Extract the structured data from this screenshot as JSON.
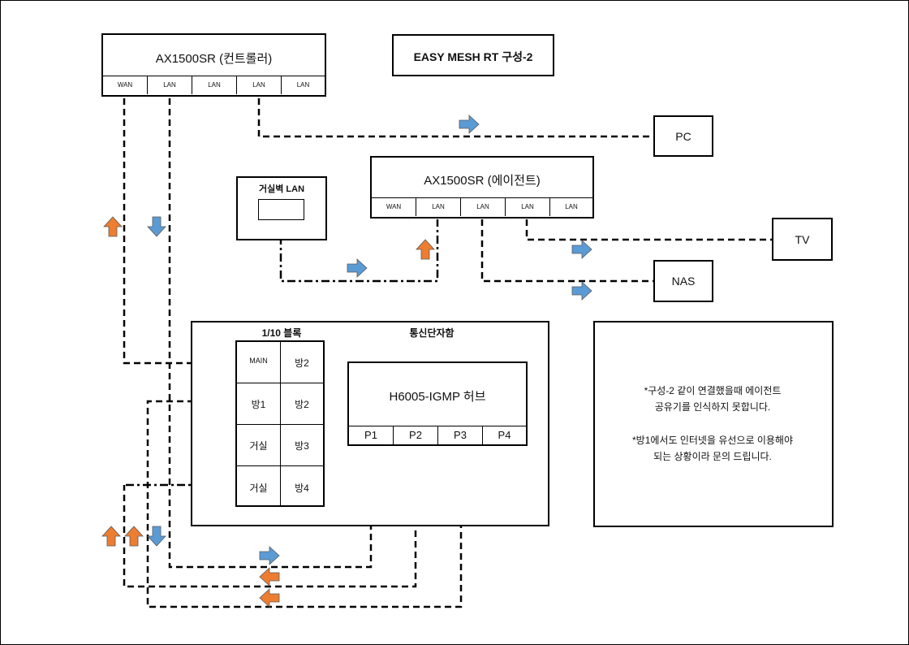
{
  "title": "EASY MESH RT 구성-2",
  "controller": {
    "name": "AX1500SR (컨트롤러)",
    "ports": [
      "WAN",
      "LAN",
      "LAN",
      "LAN",
      "LAN"
    ]
  },
  "agent": {
    "name": "AX1500SR (에이전트)",
    "ports": [
      "WAN",
      "LAN",
      "LAN",
      "LAN",
      "LAN"
    ]
  },
  "wall_lan": {
    "label": "거실벽 LAN"
  },
  "devices": {
    "pc": "PC",
    "tv": "TV",
    "nas": "NAS"
  },
  "panel": {
    "block_label": "1/10 블록",
    "area_label": "통신단자함",
    "cells": [
      [
        "MAIN",
        "방2"
      ],
      [
        "방1",
        "방2"
      ],
      [
        "거실",
        "방3"
      ],
      [
        "거실",
        "방4"
      ]
    ]
  },
  "hub": {
    "name": "H6005-IGMP 허브",
    "ports": [
      "P1",
      "P2",
      "P3",
      "P4"
    ]
  },
  "note": {
    "lines": [
      "*구성-2 같이 연결했을때 에이전트",
      "공유기를 인식하지 못합니다.",
      "*방1에서도 인터넷을 유선으로 이용해야",
      "되는 상황이라 문의 드립니다."
    ]
  },
  "colors": {
    "up_arrow": "#ED7D31",
    "right_arrow": "#5B9BD5",
    "line": "#000000"
  }
}
